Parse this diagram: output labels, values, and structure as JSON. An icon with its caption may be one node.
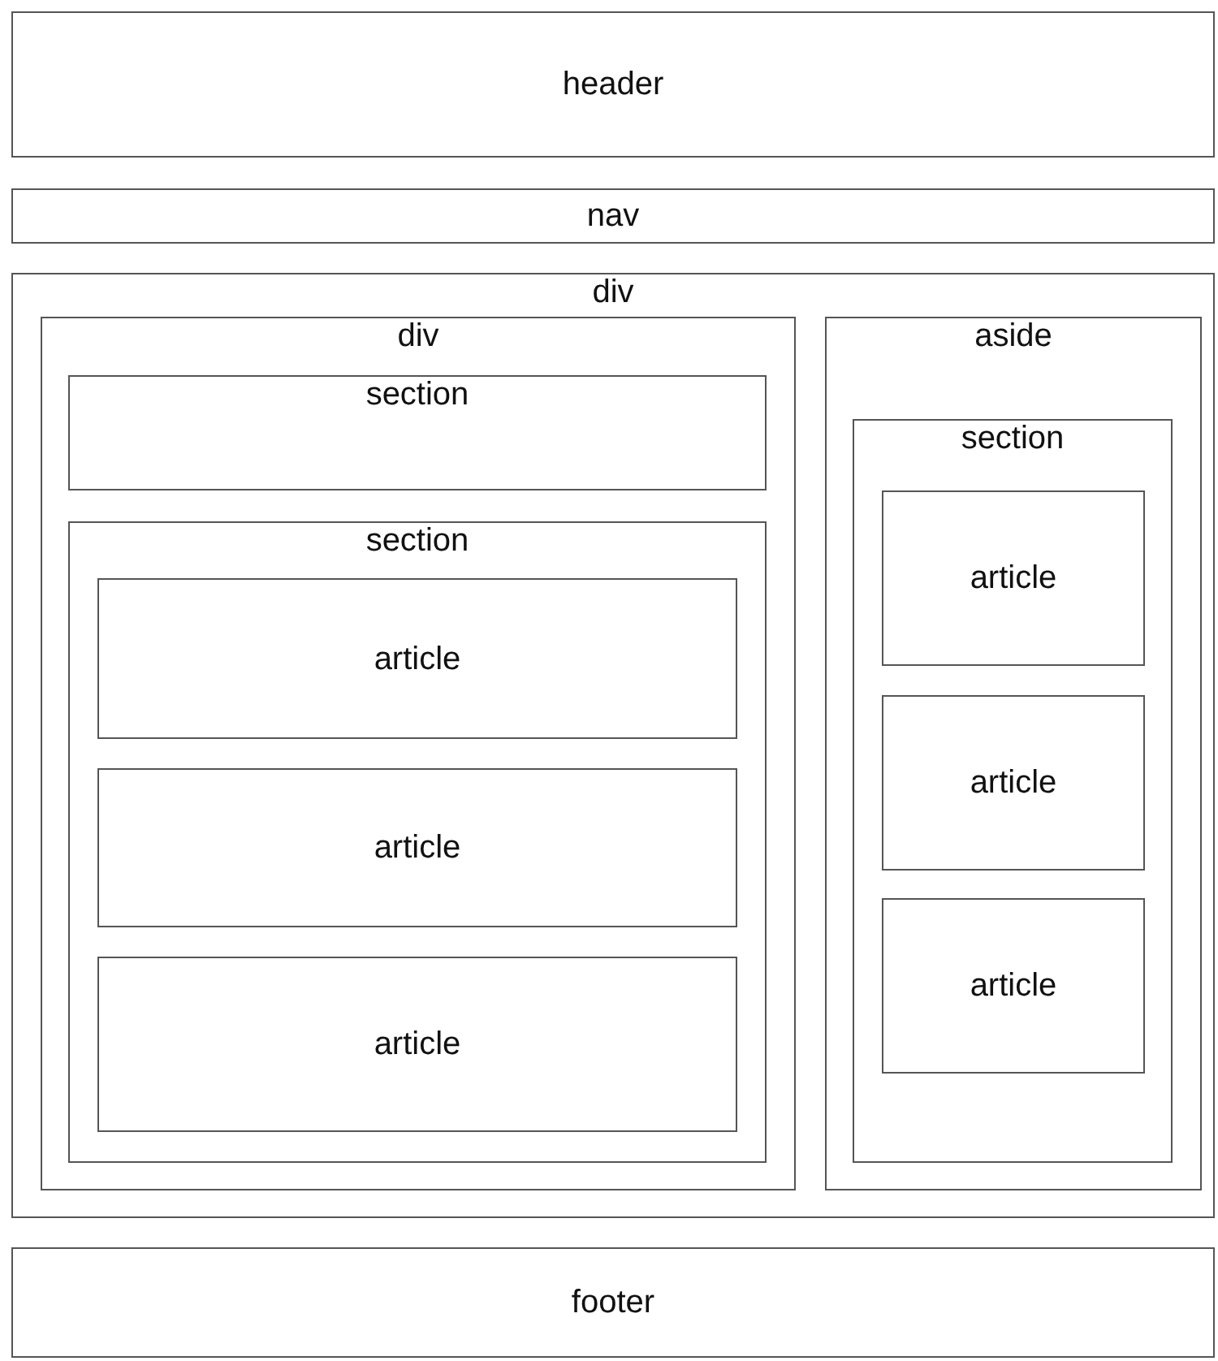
{
  "diagram": {
    "nodes": [
      {
        "text": [
          "header"
        ]
      },
      {
        "text": [
          "nav"
        ]
      },
      {
        "text": [
          "div"
        ]
      },
      {
        "text": [
          "div"
        ],
        "in": 2
      },
      {
        "text": [
          "section"
        ],
        "in": 3
      },
      {
        "text": [
          "section"
        ],
        "in": 3
      },
      {
        "text": [
          "article"
        ],
        "in": 5
      },
      {
        "text": [
          "article"
        ],
        "in": 5
      },
      {
        "text": [
          "article"
        ],
        "in": 5
      },
      {
        "text": [
          "aside"
        ],
        "in": 2
      },
      {
        "text": [
          "section"
        ],
        "in": 9
      },
      {
        "text": [
          "article"
        ],
        "in": 10
      },
      {
        "text": [
          "article"
        ],
        "in": 10
      },
      {
        "text": [
          "article"
        ],
        "in": 10
      },
      {
        "text": [
          "footer"
        ]
      }
    ]
  }
}
